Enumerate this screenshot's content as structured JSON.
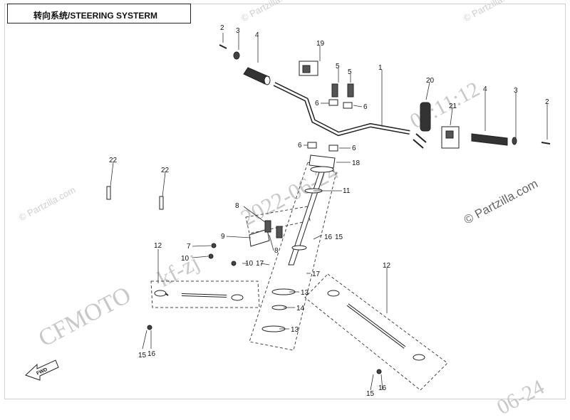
{
  "diagram": {
    "title": "转向系统/STEERING SYSTERM",
    "watermarks": {
      "brand": "CFMOTO",
      "code": "kf-zj",
      "date_left": "2022-06-24",
      "time_right": "09:11:12",
      "date_bottom": "06-24"
    },
    "site_logo": "© Partzilla.com",
    "fwd_label": "FWD",
    "callouts": [
      "1",
      "2",
      "2",
      "3",
      "3",
      "4",
      "4",
      "5",
      "5",
      "6",
      "6",
      "6",
      "6",
      "7",
      "8",
      "8",
      "9",
      "10",
      "10",
      "11",
      "12",
      "12",
      "13",
      "13",
      "14",
      "15",
      "15",
      "15",
      "16",
      "16",
      "16",
      "17",
      "17",
      "18",
      "19",
      "20",
      "21",
      "22",
      "22"
    ]
  }
}
